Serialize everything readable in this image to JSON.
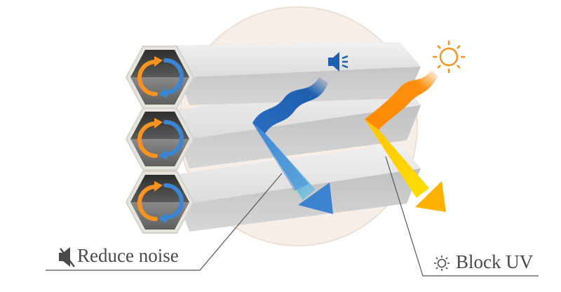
{
  "diagram": {
    "title": "Honeycomb cellular shade features",
    "features": [
      {
        "id": "noise",
        "label": "Reduce noise",
        "icon": "speaker-muted-icon",
        "arrow_color_start": "#1f5fb0",
        "arrow_color_end": "#7cc4dc",
        "arrow_head_color": "#3b82d0"
      },
      {
        "id": "uv",
        "label": "Block UV",
        "icon": "sun-icon",
        "arrow_color_start": "#ff8a00",
        "arrow_color_end": "#ffd400",
        "arrow_head_color": "#ffb300"
      }
    ],
    "cells": [
      {
        "id": "cell-1",
        "icon": "circular-arrows-icon"
      },
      {
        "id": "cell-2",
        "icon": "circular-arrows-icon"
      },
      {
        "id": "cell-3",
        "icon": "circular-arrows-icon"
      }
    ],
    "colors": {
      "orange": "#f7931e",
      "blue": "#3a86d4",
      "backdrop": "#f6ece4"
    }
  }
}
